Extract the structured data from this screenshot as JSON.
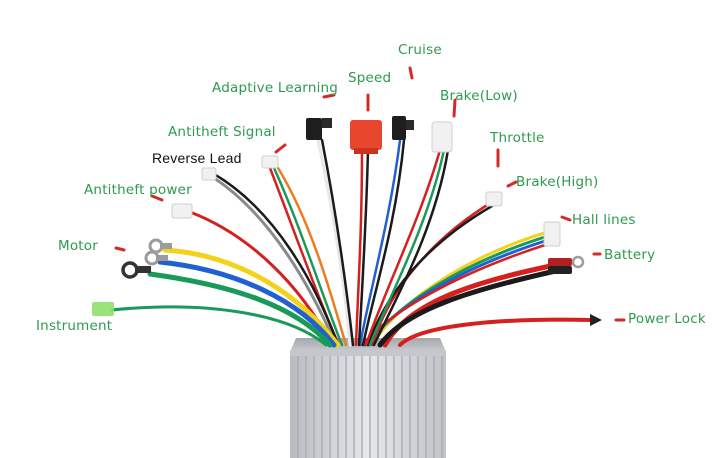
{
  "labels": {
    "cruise": "Cruise",
    "speed": "Speed",
    "adaptive_learning": "Adaptive Learning",
    "brake_low": "Brake(Low)",
    "antitheft_signal": "Antitheft Signal",
    "throttle": "Throttle",
    "reverse_lead": "Reverse Lead",
    "brake_high": "Brake(High)",
    "antitheft_power": "Antitheft power",
    "hall_lines": "Hall lines",
    "motor": "Motor",
    "battery": "Battery",
    "instrument": "Instrument",
    "power_lock": "Power Lock"
  },
  "colors": {
    "label_text": "#2e9a4e",
    "reverse_lead_text": "#111111",
    "pointer_mark": "#d42a2a",
    "controller_body": "#d6d8db",
    "wire_red": "#d62020",
    "wire_yellow": "#f2d21b",
    "wire_blue": "#2060d0",
    "wire_green": "#1a9a5a",
    "wire_black": "#1b1b1b",
    "wire_white": "#f4f4f4",
    "wire_orange": "#ee7a22",
    "wire_gray": "#8a8a8a",
    "speed_connector": "#e8472e"
  },
  "icons": {
    "connectors": "wire-connector-icon",
    "ring_terminal": "ring-terminal-icon"
  }
}
